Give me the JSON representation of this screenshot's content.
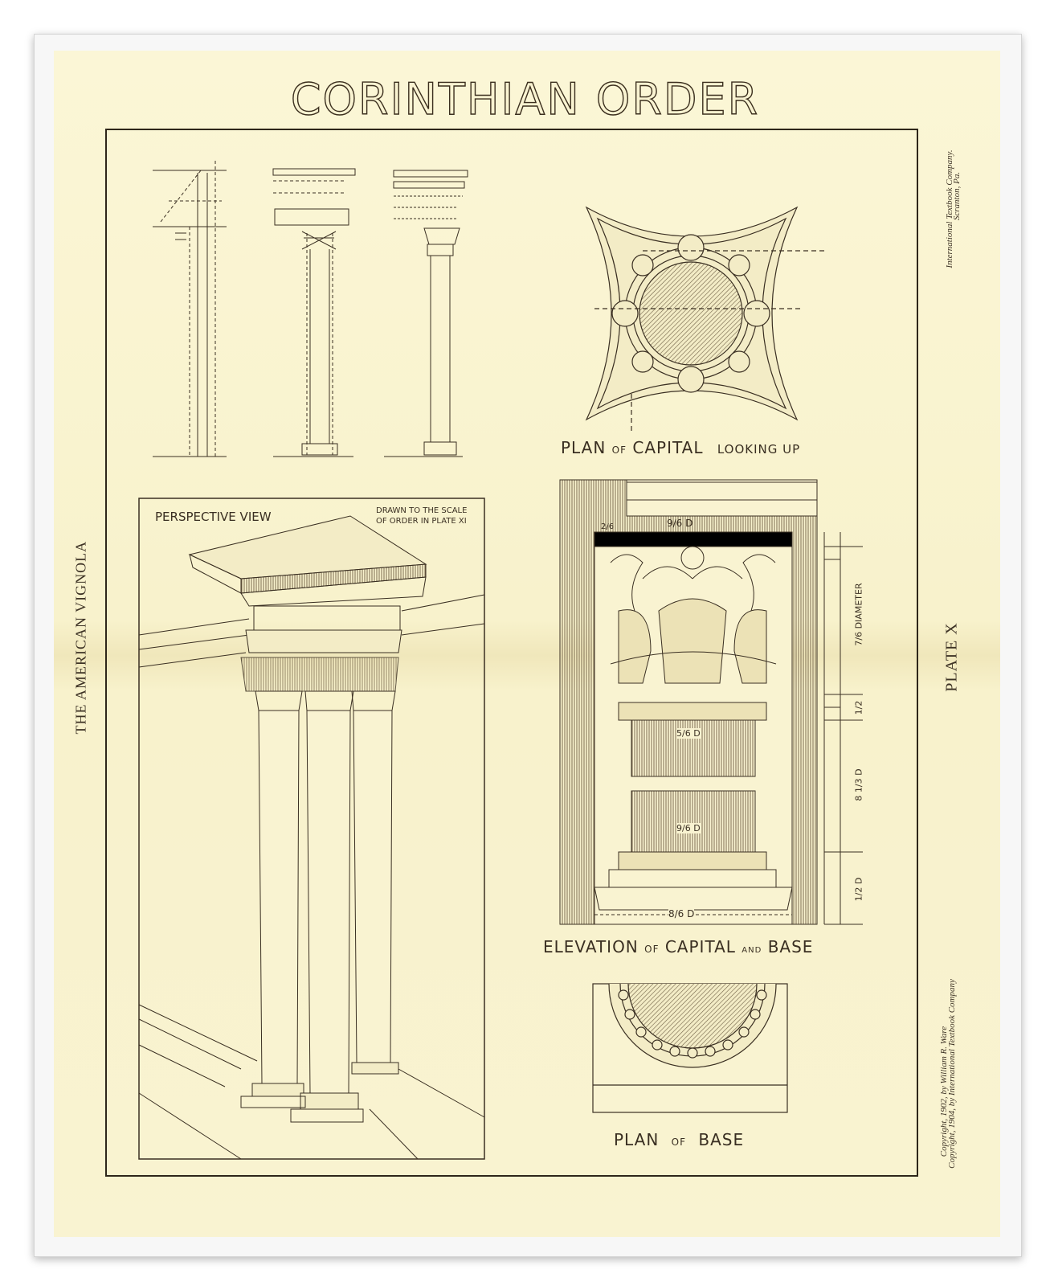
{
  "title": "CORINTHIAN ORDER",
  "left_margin": "THE AMERICAN VIGNOLA",
  "right_plate": "PLATE X",
  "publisher_line1": "International Textbook Company.",
  "publisher_line2": "Scranton, Pa.",
  "copyright_line1": "Copyright, 1902, by William R. Ware",
  "copyright_line2": "Copyright, 1904, by International Textbook Company",
  "plan_capital": {
    "plan": "PLAN",
    "of": "OF",
    "capital": "CAPITAL",
    "looking_up": "LOOKING UP"
  },
  "perspective": {
    "label": "PERSPECTIVE VIEW",
    "note_line1": "DRAWN TO THE SCALE",
    "note_line2": "OF ORDER IN PLATE XI"
  },
  "elevation": {
    "elevation": "ELEVATION",
    "of": "OF",
    "capital": "CAPITAL",
    "and": "AND",
    "base": "BASE",
    "dim_top_left": "2/6",
    "dim_top": "9/6 D",
    "dim_bell_upper": "5/6 D",
    "dim_bell_lower": "9/6 D",
    "dim_bottom": "8/6 D",
    "side_diameter": "7/6 DIAMETER",
    "side_half": "1/2",
    "side_third": "8 1/3 D",
    "side_half_d": "1/2 D"
  },
  "plan_base": {
    "plan": "PLAN",
    "of": "OF",
    "base": "BASE"
  },
  "colors": {
    "ink": "#3a2f22",
    "paper": "#f9f3d1",
    "hatch": "#7a6a4e"
  }
}
